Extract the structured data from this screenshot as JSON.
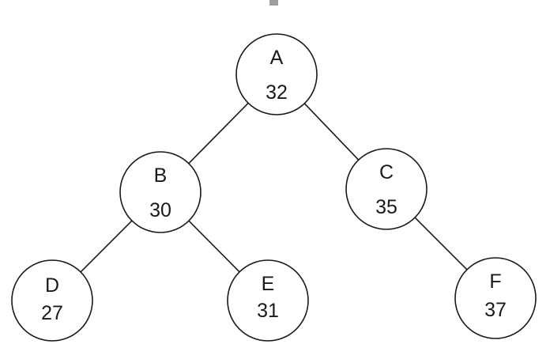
{
  "tree": {
    "nodes": [
      {
        "id": "A",
        "label": "A",
        "value": "32"
      },
      {
        "id": "B",
        "label": "B",
        "value": "30"
      },
      {
        "id": "C",
        "label": "C",
        "value": "35"
      },
      {
        "id": "D",
        "label": "D",
        "value": "27"
      },
      {
        "id": "E",
        "label": "E",
        "value": "31"
      },
      {
        "id": "F",
        "label": "F",
        "value": "37"
      }
    ],
    "edges": [
      {
        "from": "A",
        "to": "B"
      },
      {
        "from": "A",
        "to": "C"
      },
      {
        "from": "B",
        "to": "D"
      },
      {
        "from": "B",
        "to": "E"
      },
      {
        "from": "C",
        "to": "F"
      }
    ]
  },
  "colors": {
    "stroke": "#1a1a1a",
    "fill": "#ffffff",
    "text": "#1a1a1a"
  }
}
